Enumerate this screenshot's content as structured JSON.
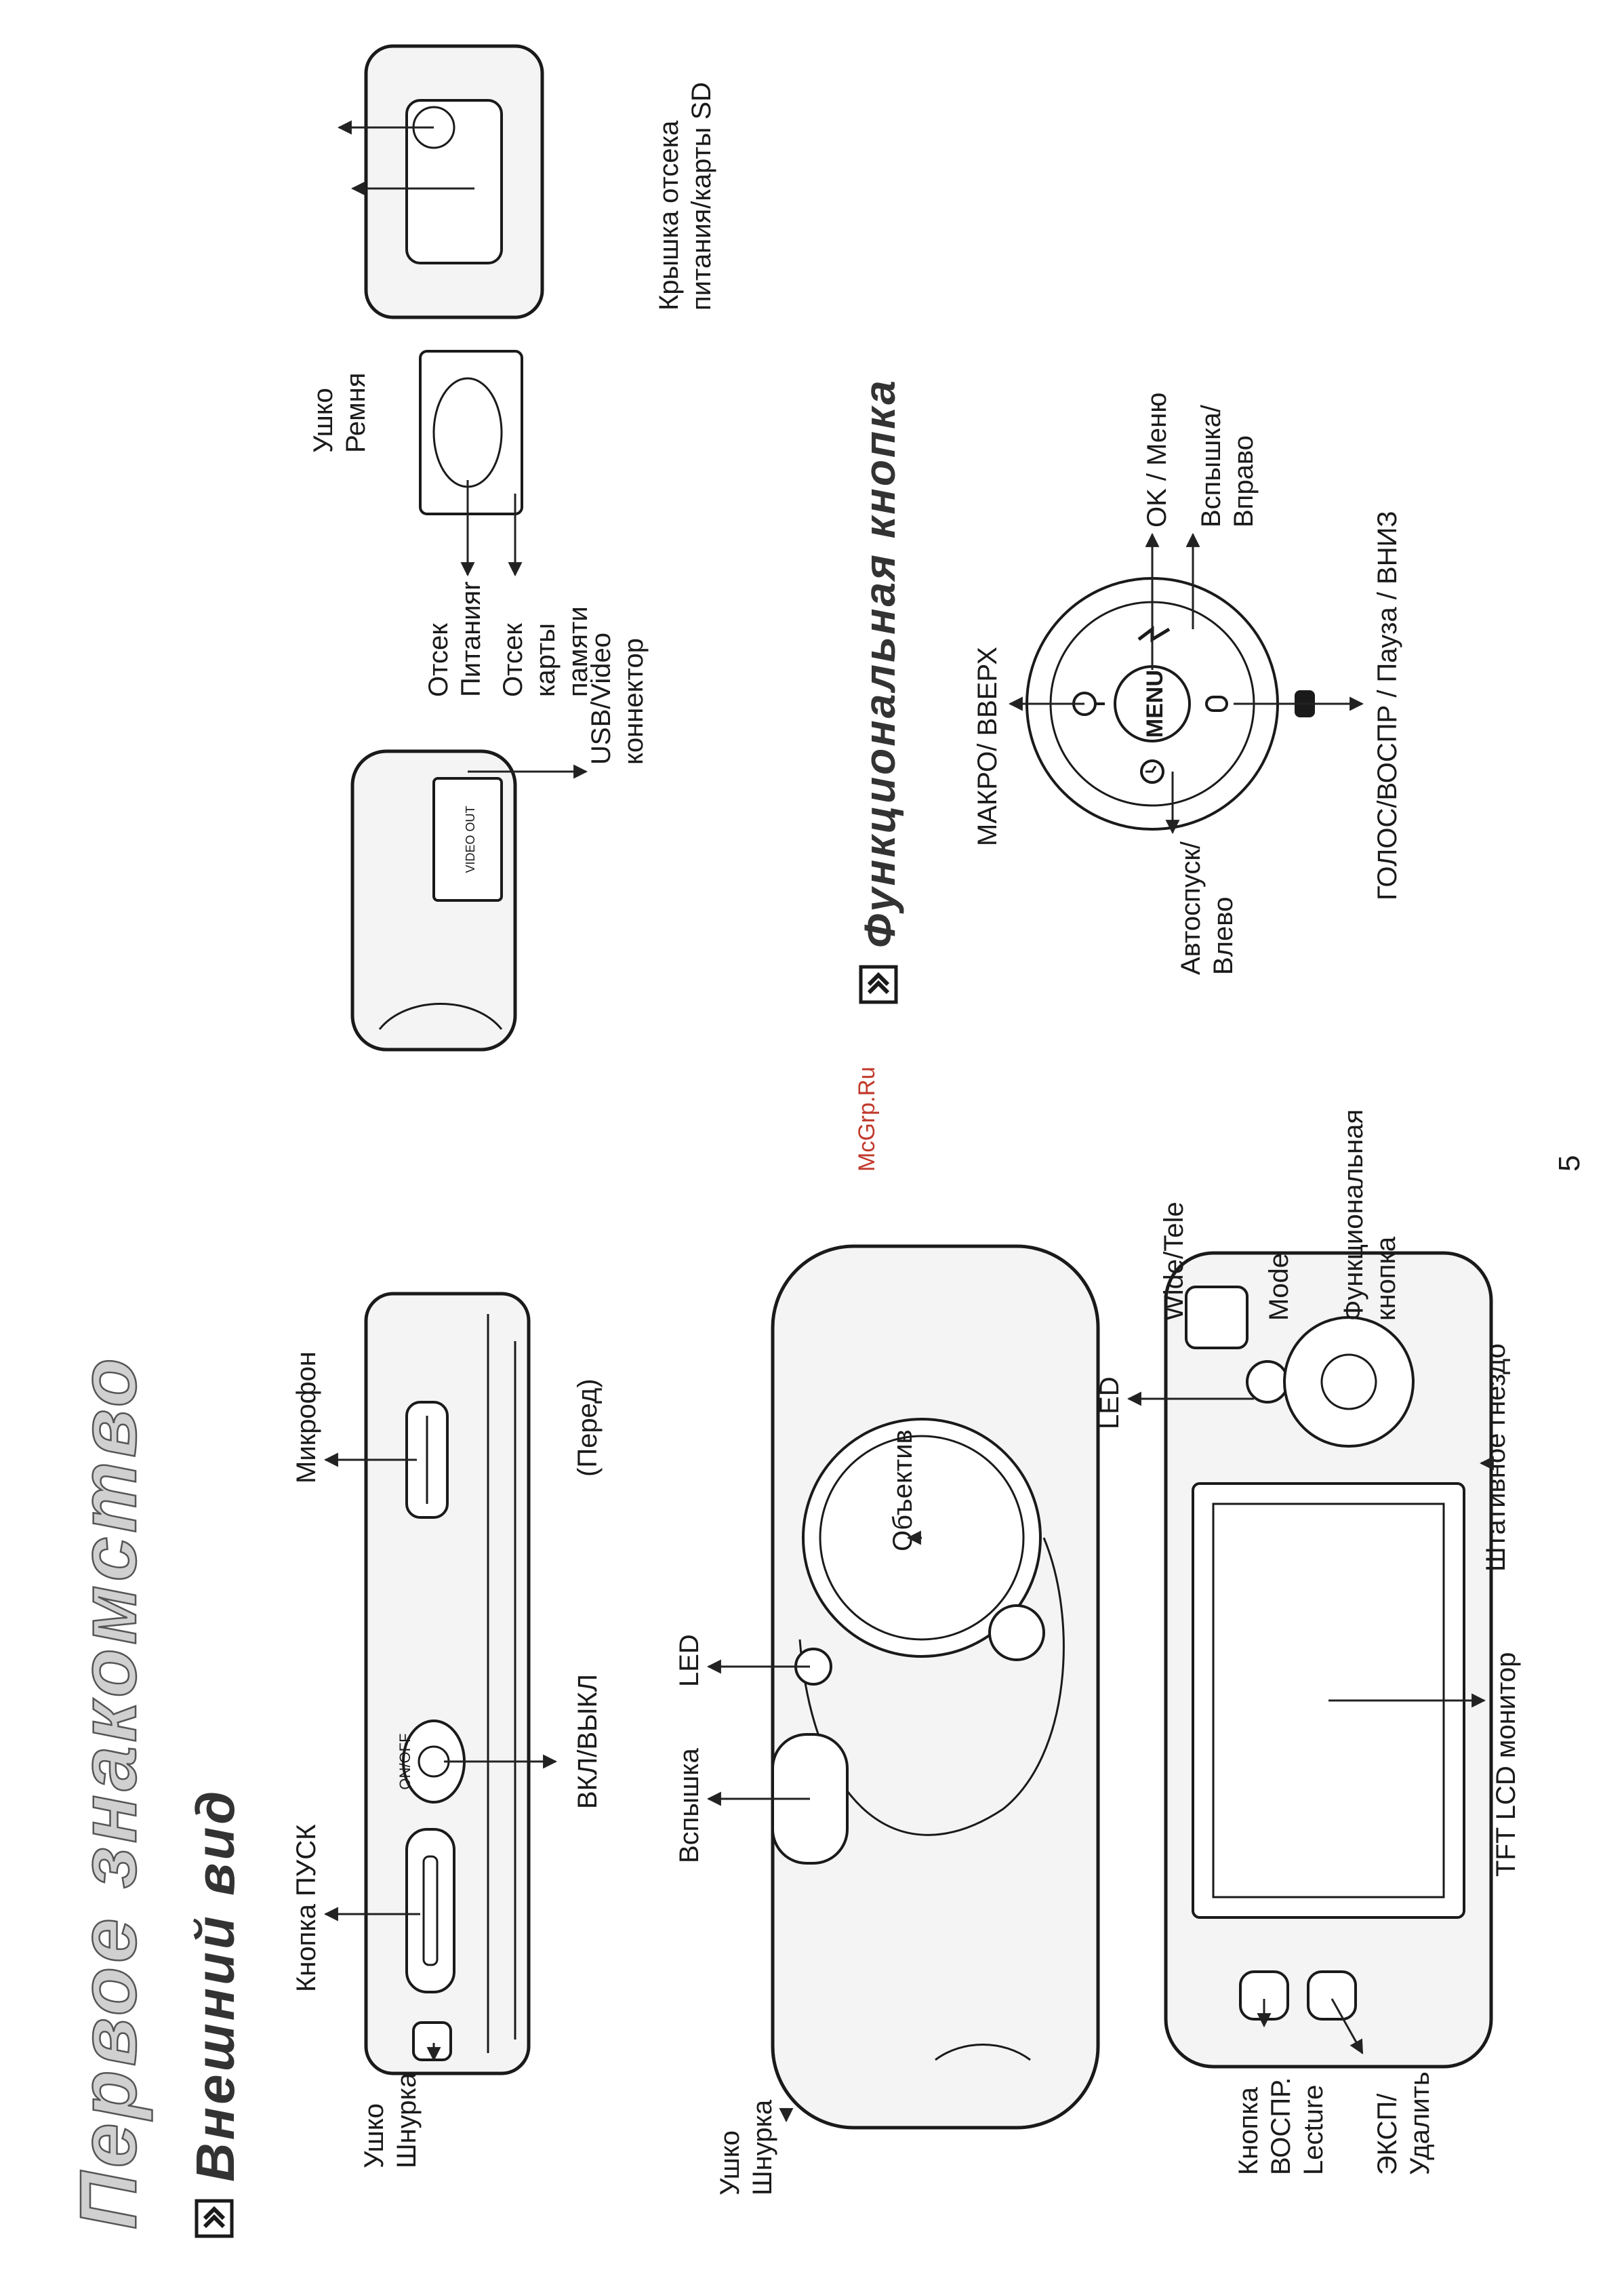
{
  "page": {
    "title": "Первое знакомство",
    "page_number": "5",
    "watermark": "McGrp.Ru"
  },
  "section_external": {
    "heading": "Внешний вид",
    "side_view": {
      "label_strap_eye": "Ушко\nШнурка",
      "label_shutter": "Кнопка ПУСК",
      "label_microphone": "Микрофон",
      "label_power": "ВКЛ/ВЫКЛ",
      "label_front": "(Перед)",
      "power_button_text": "ON/OFF"
    },
    "front_view": {
      "label_strap_eye": "Ушко\nШнурка",
      "label_flash": "Вспышка",
      "label_led": "LED",
      "label_lens": "Объектив"
    },
    "back_view": {
      "label_play_button": "Кнопка\nВОСПР.\nLecture",
      "label_exposure": "ЭКСП/\nУдалить",
      "label_tft": "TFT LCD монитор",
      "label_tripod": "Штативное гнездо",
      "label_led": "LED",
      "label_wide_tele": "Wide/Tele",
      "label_mode": "Mode",
      "label_func_button": "Функциональная\nкнопка"
    }
  },
  "section_side": {
    "label_battery": "Отсек\nПитанияr",
    "label_memory": "Отсек\nкарты\nпамяти",
    "label_usb": "USB/Video\nконнектор",
    "label_strap": "Ушко\nРемня",
    "label_cover": "Крышка отсека\nпитания/карты SD",
    "port_text": "VIDEO OUT"
  },
  "section_function": {
    "heading": "Функциональная кнопка",
    "center_button": "MENU",
    "label_macro_up": "МАКРО/ ВВЕРХ",
    "label_ok_menu": "OK / Меню",
    "label_flash_right": "Вспышка/\nВправо",
    "label_self_timer_left": "Автоспуск/\nВлево",
    "label_voice_down": "ГОЛОС/ВОСПР / Пауза / ВНИЗ"
  },
  "colors": {
    "ink": "#1a1a1a",
    "heading_fill": "#cfcfcf",
    "watermark": "#c0392b",
    "device_fill": "#f4f4f4"
  },
  "icons": [
    "section-arrow-icon",
    "macro-flower-icon",
    "flash-bolt-icon",
    "self-timer-icon",
    "microphone-icon",
    "play-pause-icon"
  ]
}
